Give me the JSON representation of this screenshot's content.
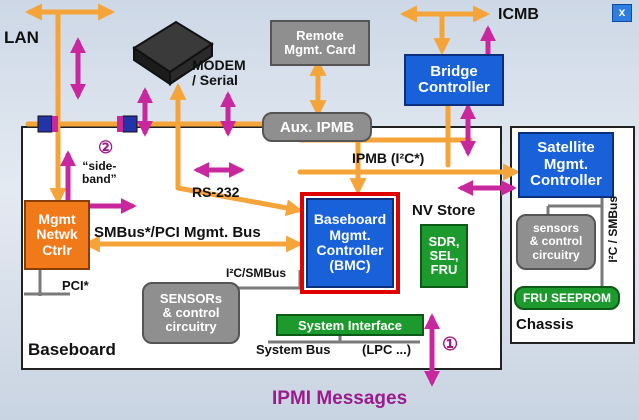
{
  "labels": {
    "lan": "LAN",
    "icmb": "ICMB",
    "modem": "MODEM\n/ Serial",
    "sideband_num": "②",
    "sideband": "“side-\nband”",
    "rs232": "RS-232",
    "ipmb_i2c": "IPMB (I²C*)",
    "nv_store": "NV Store",
    "smbus_pci": "SMBus*/PCI Mgmt. Bus",
    "i2c_smbus_main": "I²C/SMBus",
    "pci": "PCI*",
    "i2c_smbus_side": "I²C / SMBus",
    "system_bus": "System Bus",
    "lpc": "(LPC ...)",
    "msg_num": "①",
    "ipmi_messages": "IPMI Messages",
    "baseboard": "Baseboard",
    "chassis": "Chassis",
    "close_mark": "x"
  },
  "boxes": {
    "remote_card": "Remote\nMgmt. Card",
    "bridge": "Bridge\nController",
    "aux_ipmb": "Aux. IPMB",
    "satellite": "Satellite\nMgmt.\nController",
    "mgmt_netwk": "Mgmt\nNetwk\nCtrlr",
    "bmc": "Baseboard\nMgmt.\nController\n(BMC)",
    "sdr": "SDR,\nSEL,\nFRU",
    "sensors_side": "sensors\n& control\ncircuitry",
    "sensors_main": "SENSORs\n& control\ncircuitry",
    "fru_seeprom": "FRU SEEPROM",
    "system_interface": "System Interface"
  },
  "colors": {
    "orange_arrow": "#f5a43a",
    "magenta_arrow": "#c8279e",
    "blue_box": "#1861d8",
    "grey_box": "#8f8f8f",
    "green_box": "#1d9a2e",
    "orange_box": "#f07a1a",
    "bmc_highlight": "#e00000",
    "title_magenta": "#9b1b8c"
  },
  "icons": {
    "modem": "modem-device-icon",
    "close": "close-icon"
  }
}
